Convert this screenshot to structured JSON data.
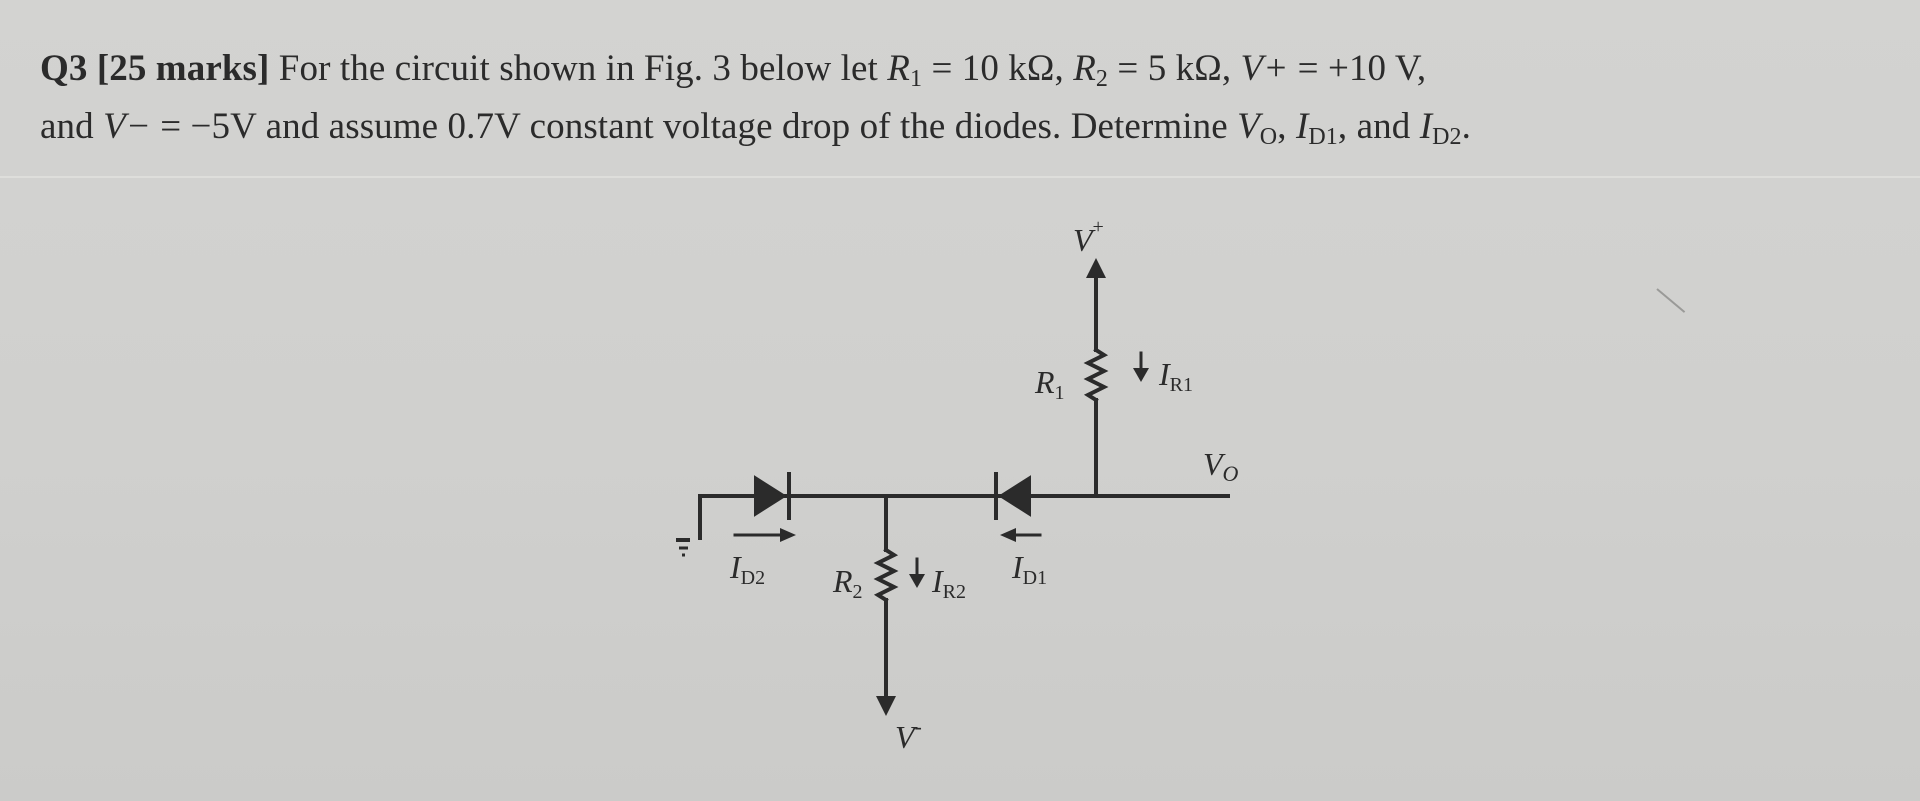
{
  "question": {
    "line1": {
      "label": "Q3 [25 marks]",
      "text_a": " For the circuit shown in Fig. 3 below let ",
      "r1_sym": "R",
      "r1_sub": "1",
      "r1_val": " = 10 kΩ, ",
      "r2_sym": "R",
      "r2_sub": "2",
      "r2_val": " = 5 kΩ, ",
      "vplus_sym": "V+",
      "vplus_val": " = +10 V,"
    },
    "line2": {
      "text_a": "and ",
      "vminus_sym": "V−",
      "vminus_val": " = −5V and assume 0.7V constant voltage drop of the diodes. Determine ",
      "vo_sym": "V",
      "vo_sub": "O",
      "sep1": ", ",
      "id1_sym": "I",
      "id1_sub": "D1",
      "sep2": ", and ",
      "id2_sym": "I",
      "id2_sub": "D2",
      "end": "."
    }
  },
  "circuit": {
    "vplus_label": "V",
    "vplus_sup": "+",
    "r1_label": "R",
    "r1_sub": "1",
    "ir1_label": "I",
    "ir1_sub": "R1",
    "vo_label": "V",
    "vo_sub": "O",
    "id2_label": "I",
    "id2_sub": "D2",
    "r2_label": "R",
    "r2_sub": "2",
    "ir2_label": "I",
    "ir2_sub": "R2",
    "id1_label": "I",
    "id1_sub": "D1",
    "vminus_label": "V",
    "vminus_sup": "-"
  }
}
